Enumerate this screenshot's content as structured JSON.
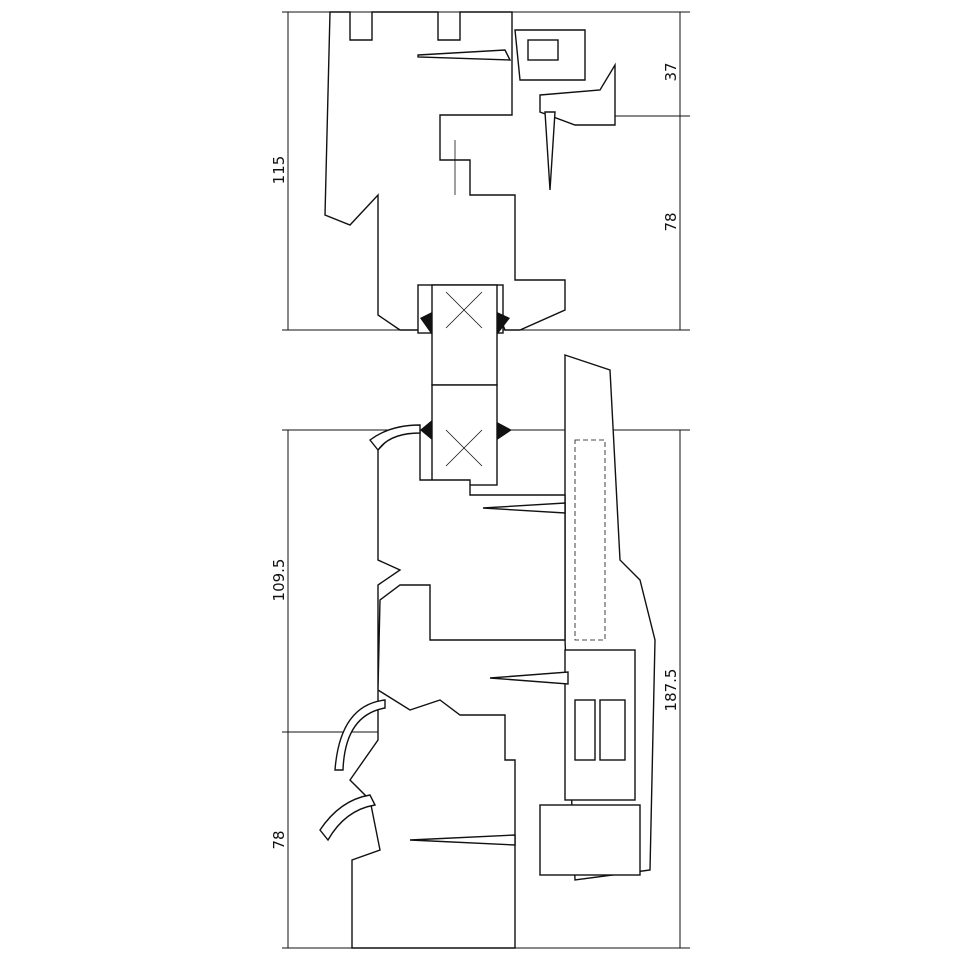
{
  "drawing": {
    "dimensions": {
      "upper_total": "115",
      "upper_top": "37",
      "upper_bottom": "78",
      "lower_left": "109.5",
      "lower_bottom_left": "78",
      "lower_right": "187.5"
    }
  }
}
